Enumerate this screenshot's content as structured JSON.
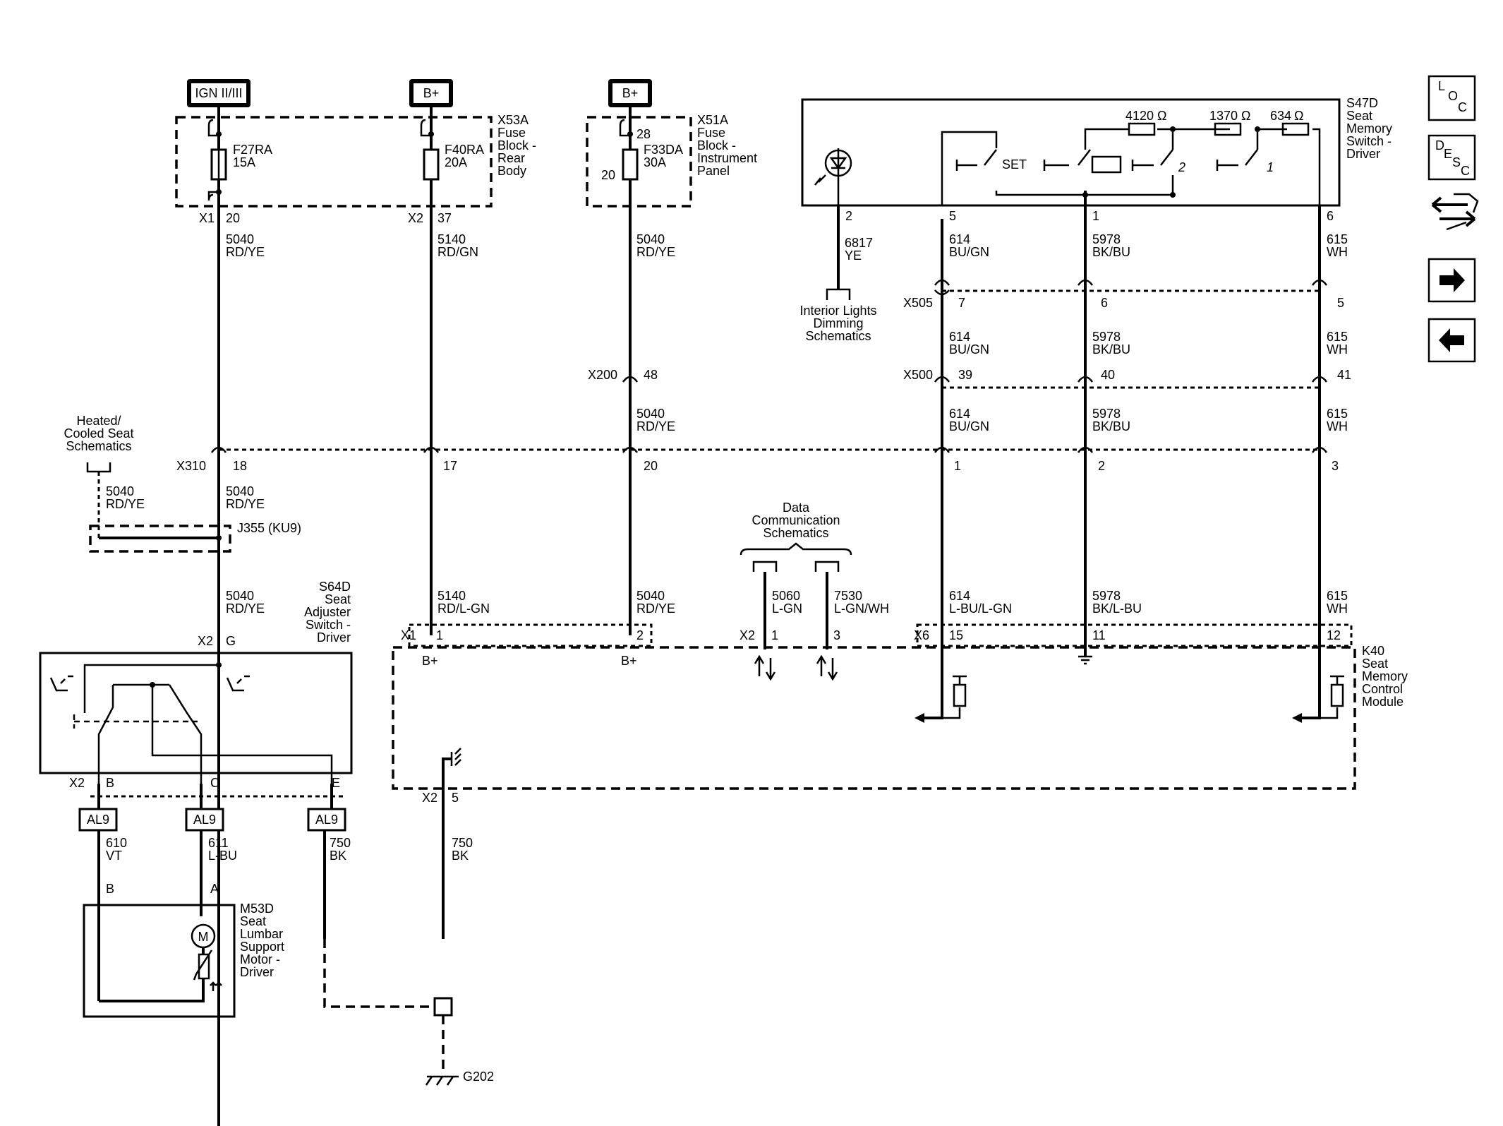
{
  "power_sources": {
    "ign": "IGN II/III",
    "bplus_1": "B+",
    "bplus_2": "B+"
  },
  "fuses": {
    "f27": {
      "name": "F27RA",
      "rating": "15A"
    },
    "f40": {
      "name": "F40RA",
      "rating": "20A"
    },
    "f33": {
      "name": "F33DA",
      "rating": "30A"
    }
  },
  "components": {
    "x53a": [
      "X53A",
      "Fuse",
      "Block -",
      "Rear",
      "Body"
    ],
    "x51a": [
      "X51A",
      "Fuse",
      "Block -",
      "Instrument",
      "Panel"
    ],
    "s47d": [
      "S47D",
      "Seat",
      "Memory",
      "Switch -",
      "Driver"
    ],
    "s64d": [
      "S64D",
      "Seat",
      "Adjuster",
      "Switch -",
      "Driver"
    ],
    "k40": [
      "K40",
      "Seat",
      "Memory",
      "Control",
      "Module"
    ],
    "m53d": [
      "M53D",
      "Seat",
      "Lumbar",
      "Support",
      "Motor -",
      "Driver"
    ]
  },
  "references": {
    "interior_lights": [
      "Interior Lights",
      "Dimming",
      "Schematics"
    ],
    "heated_seat": [
      "Heated/",
      "Cooled Seat",
      "Schematics"
    ],
    "data_comm": [
      "Data",
      "Communication",
      "Schematics"
    ]
  },
  "connectors": {
    "x1": "X1",
    "x2": "X2",
    "x505": "X505",
    "x500": "X500",
    "x200": "X200",
    "x310": "X310",
    "x6": "X6",
    "j355": "J355 (KU9)",
    "g202": "G202",
    "al9": "AL9"
  },
  "pins": {
    "p20": "20",
    "p37": "37",
    "p28": "28",
    "p20b": "20",
    "p2": "2",
    "p5": "5",
    "p1": "1",
    "p6": "6",
    "p7": "7",
    "p6b": "6",
    "p5b": "5",
    "p48": "48",
    "p39": "39",
    "p40": "40",
    "p41": "41",
    "p18": "18",
    "p17": "17",
    "p20c": "20",
    "p1b": "1",
    "p2b": "2",
    "p3": "3",
    "pG": "G",
    "pk1": "1",
    "pk2": "2",
    "pk1b": "1",
    "pk3": "3",
    "pk15": "15",
    "pk11": "11",
    "pk12": "12",
    "pB": "B",
    "pC": "C",
    "pE": "E",
    "pB2": "B",
    "pA": "A",
    "p5c": "5"
  },
  "wires": {
    "w5040a": [
      "5040",
      "RD/YE"
    ],
    "w5140a": [
      "5140",
      "RD/GN"
    ],
    "w5040b": [
      "5040",
      "RD/YE"
    ],
    "w6817": [
      "6817",
      "YE"
    ],
    "w614a": [
      "614",
      "BU/GN"
    ],
    "w5978a": [
      "5978",
      "BK/BU"
    ],
    "w615a": [
      "615",
      "WH"
    ],
    "w614b": [
      "614",
      "BU/GN"
    ],
    "w5978b": [
      "5978",
      "BK/BU"
    ],
    "w615b": [
      "615",
      "WH"
    ],
    "w5040c": [
      "5040",
      "RD/YE"
    ],
    "w614c": [
      "614",
      "BU/GN"
    ],
    "w5978c": [
      "5978",
      "BK/BU"
    ],
    "w615c": [
      "615",
      "WH"
    ],
    "w5040d": [
      "5040",
      "RD/YE"
    ],
    "w5040e": [
      "5040",
      "RD/YE"
    ],
    "w5040f": [
      "5040",
      "RD/YE"
    ],
    "w5140b": [
      "5140",
      "RD/L-GN"
    ],
    "w5040g": [
      "5040",
      "RD/YE"
    ],
    "w5060": [
      "5060",
      "L-GN"
    ],
    "w7530": [
      "7530",
      "L-GN/WH"
    ],
    "w614d": [
      "614",
      "L-BU/L-GN"
    ],
    "w5978d": [
      "5978",
      "BK/L-BU"
    ],
    "w615d": [
      "615",
      "WH"
    ],
    "w610": [
      "610",
      "VT"
    ],
    "w611": [
      "611",
      "L-BU"
    ],
    "w750a": [
      "750",
      "BK"
    ],
    "w750b": [
      "750",
      "BK"
    ]
  },
  "switch": {
    "set": "SET",
    "r4120": "4120",
    "r1370": "1370",
    "r634": "634",
    "ohm": "Ω",
    "pos2": "2",
    "pos1": "1"
  },
  "module_labels": {
    "bplus_a": "B+",
    "bplus_b": "B+"
  },
  "motor": "M",
  "nav": {
    "loc": [
      "L",
      "O",
      "C"
    ],
    "desc": [
      "D",
      "E",
      "S",
      "C"
    ]
  }
}
